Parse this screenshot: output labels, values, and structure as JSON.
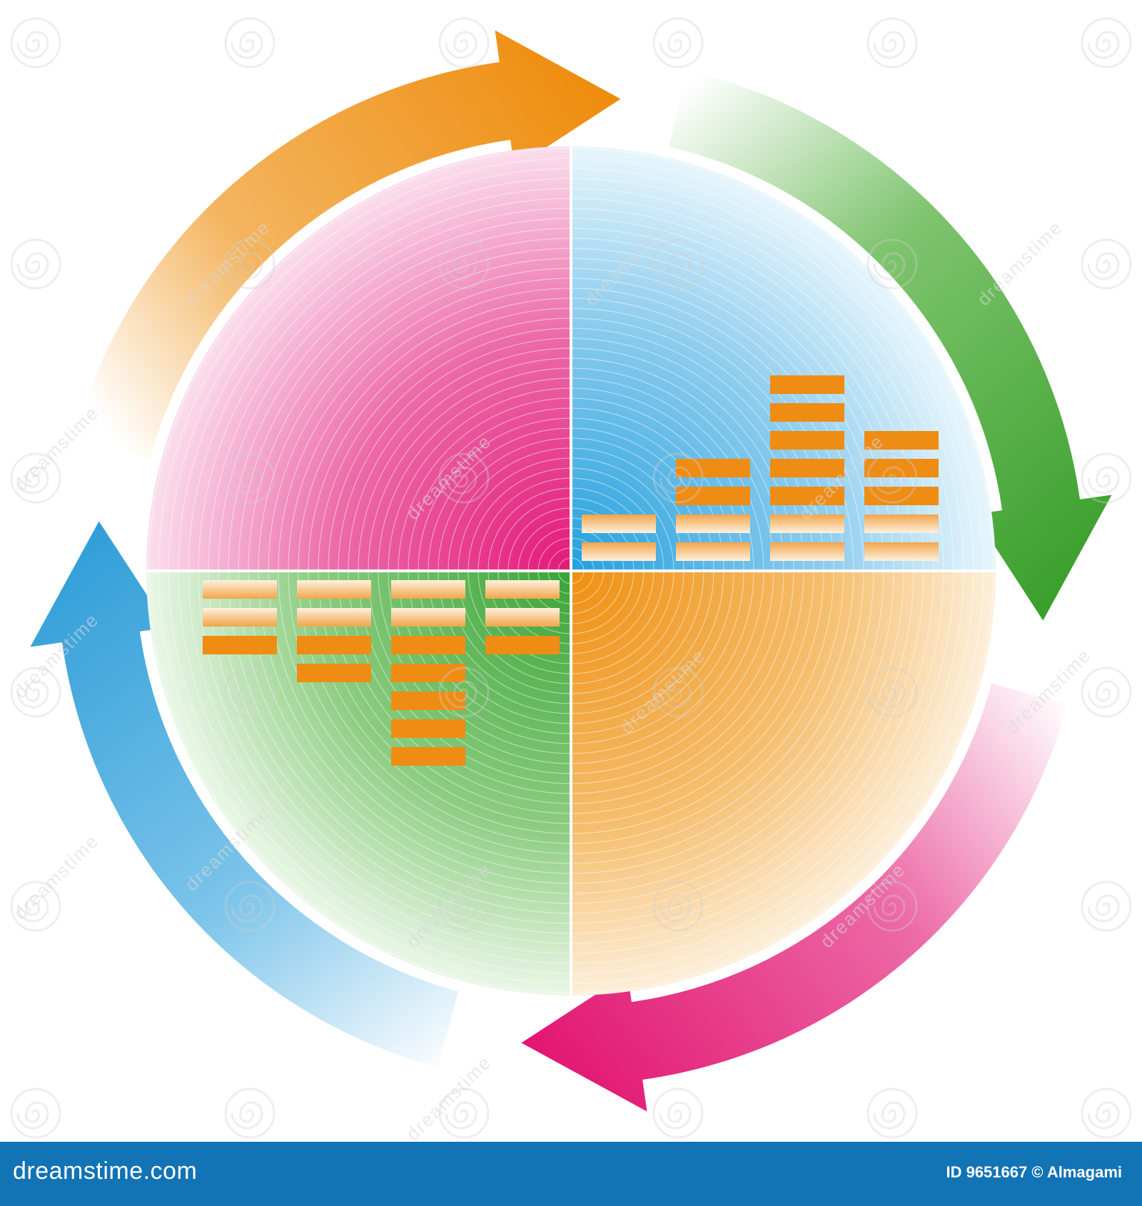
{
  "watermark": {
    "text": "dreamstime",
    "icon": "spiral-logo-icon"
  },
  "footer": {
    "brand": "dreamstime.com",
    "credit": "ID 9651667 © Almagami"
  },
  "colors": {
    "orange": "#ee8d12",
    "green": "#43a536",
    "blue": "#31a1da",
    "pink": "#e2187a",
    "footer": "#1273b5"
  },
  "quadrants": [
    {
      "name": "top-left",
      "color": "pink"
    },
    {
      "name": "top-right",
      "color": "blue"
    },
    {
      "name": "bottom-right",
      "color": "orange"
    },
    {
      "name": "bottom-left",
      "color": "green"
    }
  ],
  "arrows": [
    {
      "name": "orange-arrow",
      "position": "top",
      "direction": "clockwise"
    },
    {
      "name": "green-arrow",
      "position": "right",
      "direction": "clockwise"
    },
    {
      "name": "pink-arrow",
      "position": "bottom",
      "direction": "clockwise"
    },
    {
      "name": "blue-arrow",
      "position": "left",
      "direction": "clockwise"
    }
  ],
  "bar_groups": {
    "top_right": {
      "stacks": [
        2,
        4,
        7,
        5
      ],
      "orientation": "up"
    },
    "bottom_left": {
      "stacks": [
        3,
        4,
        7,
        3
      ],
      "orientation": "down"
    }
  }
}
